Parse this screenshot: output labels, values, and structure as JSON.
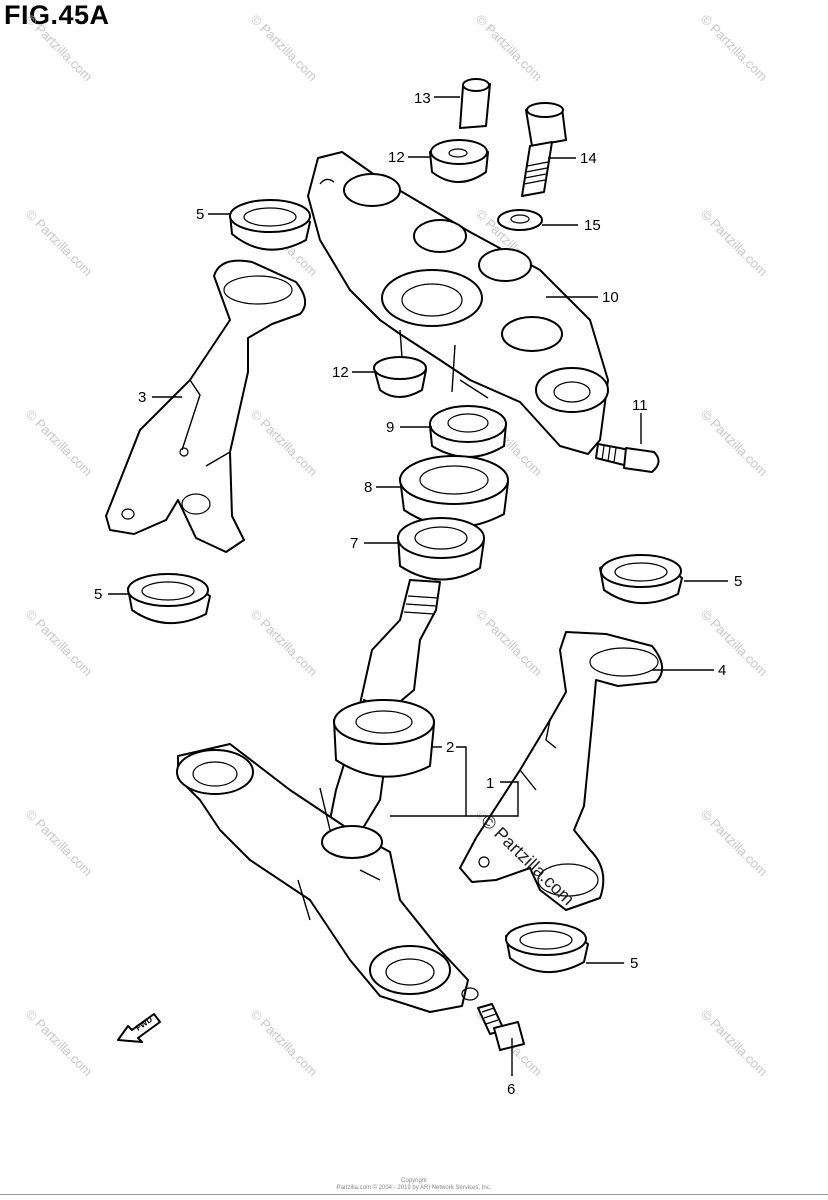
{
  "figure": {
    "title": "FIG.45A"
  },
  "watermark": {
    "text": "© Partzilla.com"
  },
  "overlay_watermark": {
    "text": "© Partzilla.com"
  },
  "fwd_label": "FWD",
  "callouts": [
    "13",
    "14",
    "12",
    "5",
    "15",
    "10",
    "3",
    "12",
    "11",
    "9",
    "8",
    "7",
    "5",
    "5",
    "4",
    "2",
    "1",
    "5",
    "6"
  ],
  "copyright": {
    "line1": "Copyright",
    "line2": "Partzilla.com © 2004 - 2019 by ARI Network Services, Inc."
  }
}
